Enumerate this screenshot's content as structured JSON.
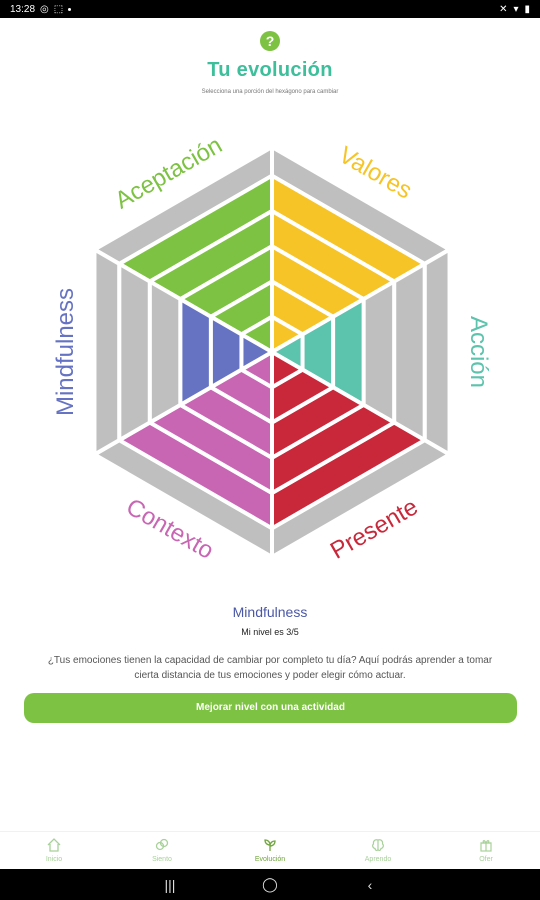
{
  "status_bar": {
    "time": "13:28"
  },
  "header": {
    "help_symbol": "?",
    "title": "Tu evolución",
    "subtitle": "Selecciona una porción del hexágono para cambiar"
  },
  "hexagon": {
    "segments": [
      {
        "label": "Aceptación",
        "level": 5,
        "max": 5,
        "color": "#7dc242"
      },
      {
        "label": "Valores",
        "level": 5,
        "max": 5,
        "color": "#f6c426"
      },
      {
        "label": "Acción",
        "level": 3,
        "max": 5,
        "color": "#5cc3ad"
      },
      {
        "label": "Presente",
        "level": 5,
        "max": 5,
        "color": "#c8283a"
      },
      {
        "label": "Contexto",
        "level": 5,
        "max": 5,
        "color": "#c866b4"
      },
      {
        "label": "Mindfulness",
        "level": 3,
        "max": 5,
        "color": "#6673c2"
      }
    ],
    "empty_color": "#bfbfbf"
  },
  "detail": {
    "title": "Mindfulness",
    "level_text": "Mi nivel es 3/5",
    "description": "¿Tus emociones tienen la capacidad de cambiar por completo tu día? Aquí podrás aprender a tomar cierta distancia de tus emociones y poder elegir cómo actuar.",
    "cta_label": "Mejorar nivel con una actividad"
  },
  "bottom_nav": [
    {
      "label": "Inicio",
      "icon": "home-icon",
      "active": false
    },
    {
      "label": "Siento",
      "icon": "heart-link-icon",
      "active": false
    },
    {
      "label": "Evolución",
      "icon": "growth-icon",
      "active": true
    },
    {
      "label": "Aprendo",
      "icon": "brain-icon",
      "active": false
    },
    {
      "label": "Ofer",
      "icon": "gift-icon",
      "active": false
    }
  ]
}
